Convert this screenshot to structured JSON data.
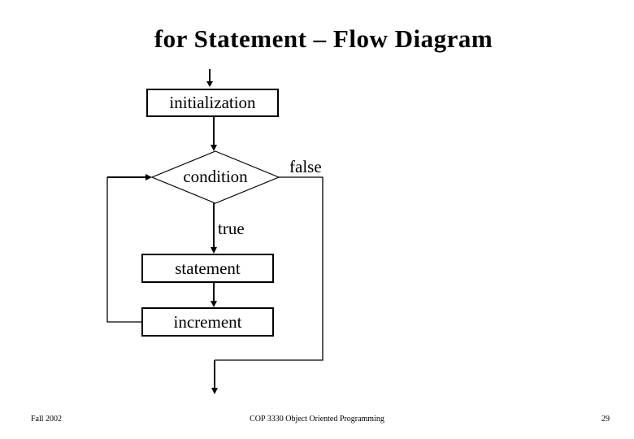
{
  "slide": {
    "title": "for Statement – Flow Diagram"
  },
  "flowchart": {
    "nodes": {
      "initialization": "initialization",
      "condition": "condition",
      "statement": "statement",
      "increment": "increment"
    },
    "edge_labels": {
      "true_label": "true",
      "false_label": "false"
    }
  },
  "footer": {
    "date": "Fall 2002",
    "course": "COP 3330 Object Oriented Programming",
    "page_number": "29"
  },
  "colors": {
    "line": "#000000",
    "text": "#000000",
    "background": "#ffffff"
  }
}
